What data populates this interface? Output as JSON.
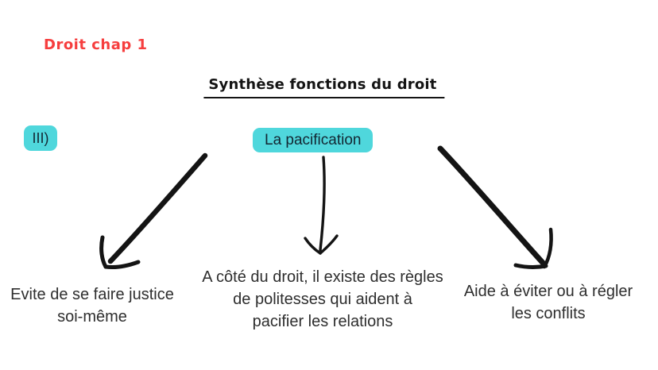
{
  "page": {
    "chapter_label": "Droit chap 1",
    "title": "Synthèse fonctions du droit"
  },
  "colors": {
    "accent_red": "#f63e3e",
    "highlight_cyan": "#4fd7dc",
    "badge_text": "#132733",
    "ink_black": "#141414",
    "body_text": "#2e2e2e",
    "background": "#ffffff"
  },
  "diagram": {
    "section_badge": "III)",
    "root_node": "La pacification",
    "arrows": [
      {
        "name": "arrow-down-left"
      },
      {
        "name": "arrow-down"
      },
      {
        "name": "arrow-down-right"
      }
    ],
    "leaves": [
      {
        "position": "left",
        "text": "Evite de se faire justice\nsoi-même"
      },
      {
        "position": "center",
        "text": "A côté du droit, il existe des règles\nde politesses qui aident à\npacifier les relations"
      },
      {
        "position": "right",
        "text": "Aide à éviter ou à régler\nles conflits"
      }
    ]
  }
}
